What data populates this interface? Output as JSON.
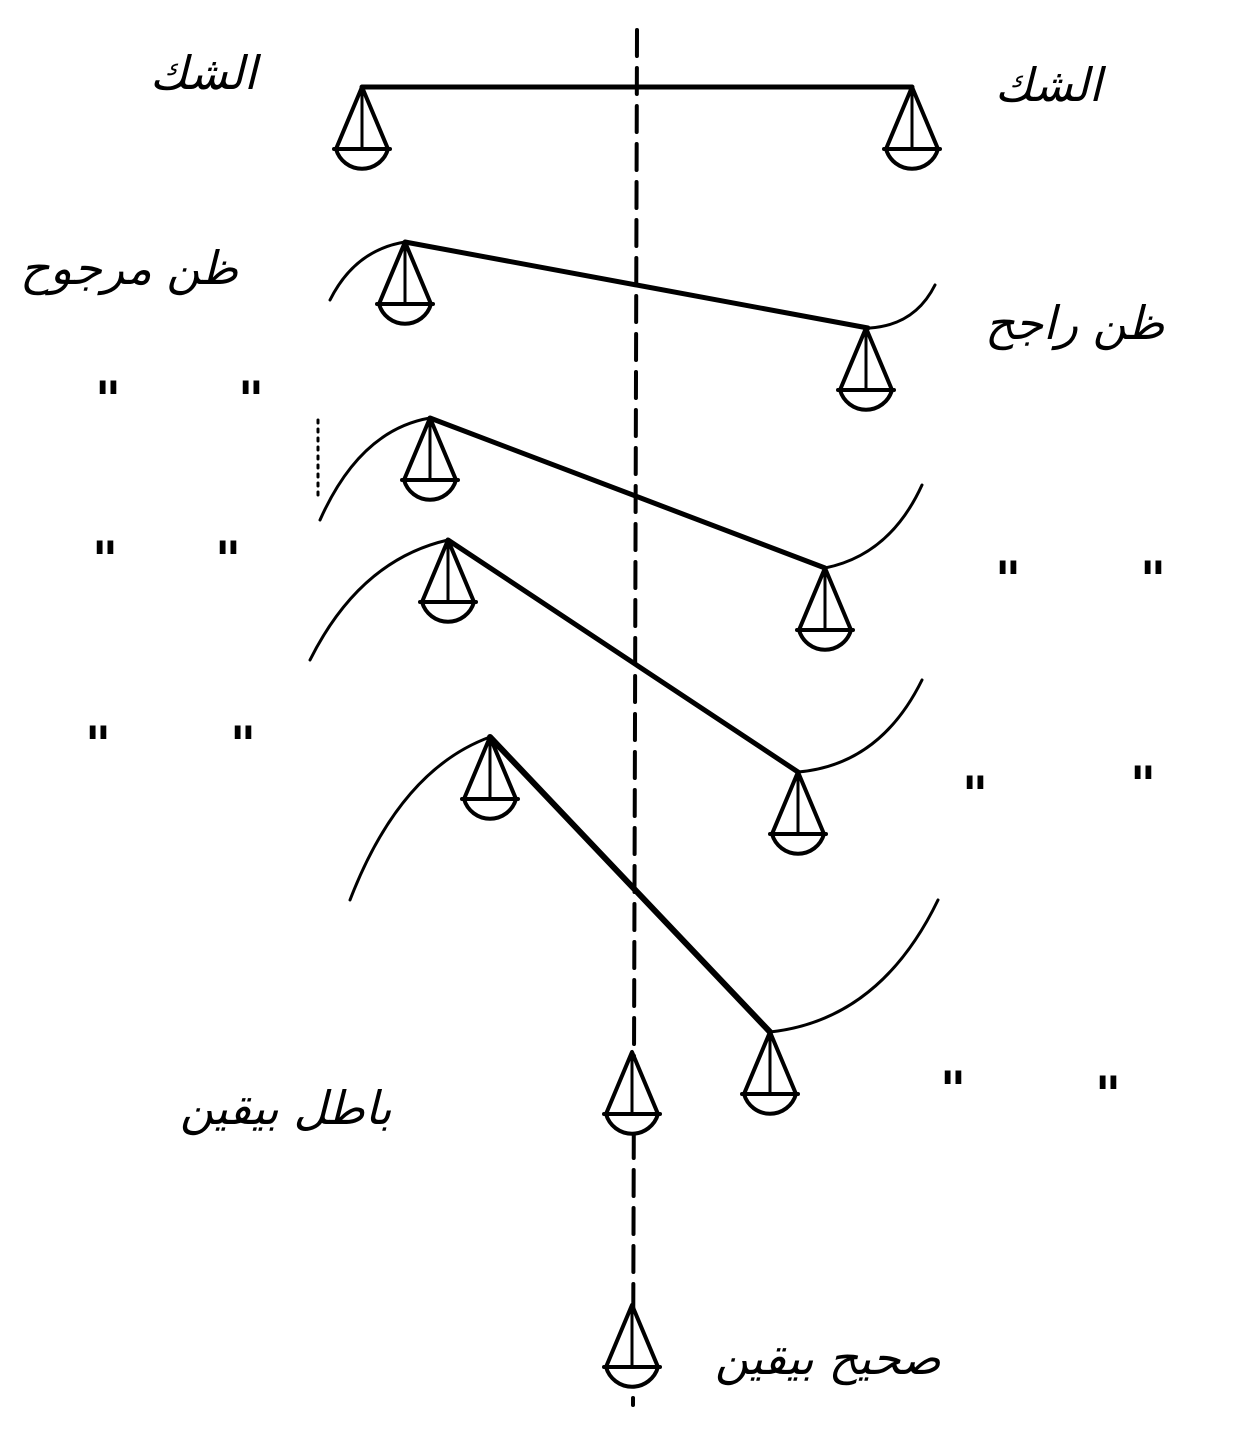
{
  "labels": {
    "doubt_left": "الشك",
    "doubt_right": "الشك",
    "outweighed_conjecture": "ظن مرجوح",
    "preponderant_conjecture": "ظن راجح",
    "certainly_false": "باطل بيقين",
    "certainly_true": "صحيح بيقين",
    "ditto": "\""
  },
  "colors": {
    "ink": "#000000",
    "background": "#ffffff"
  }
}
